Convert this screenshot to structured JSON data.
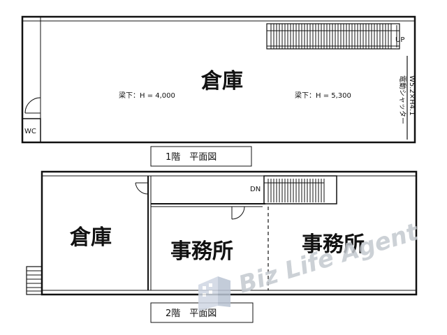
{
  "floor1": {
    "room_label": "倉庫",
    "beam_left": "梁下：H = 4,000",
    "beam_right": "梁下：H = 5,300",
    "wc_label": "WC",
    "stair_label": "UP",
    "shutter_label_1": "電動シャッター",
    "shutter_label_2": "W5.2×H4.1",
    "caption": "1階　平面図"
  },
  "floor2": {
    "room_storage": "倉庫",
    "room_office_left": "事務所",
    "room_office_right": "事務所",
    "stair_label": "DN",
    "caption": "2階　平面図"
  },
  "watermark": {
    "text": "Biz Life Agent",
    "color": "#c4c9cf"
  }
}
